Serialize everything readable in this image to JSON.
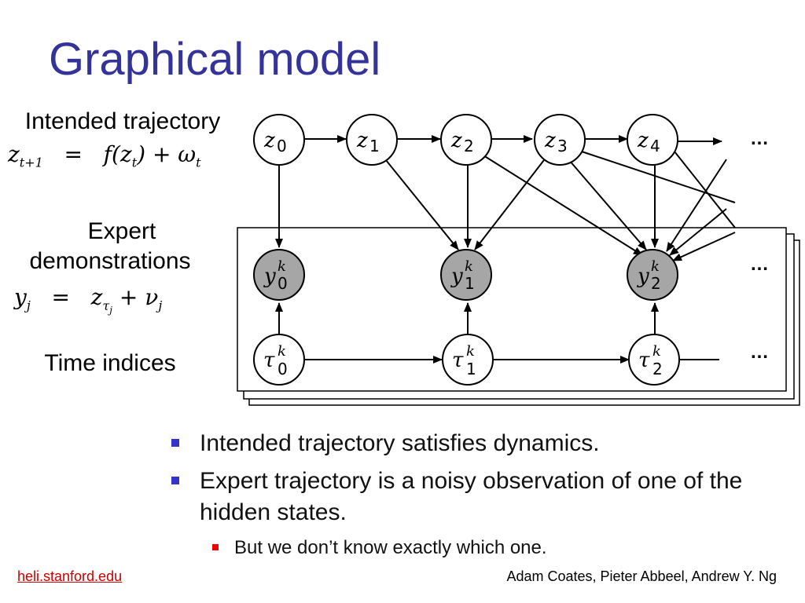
{
  "slide": {
    "title": "Graphical model",
    "labels": {
      "intended": "Intended trajectory",
      "expert_line1": "Expert",
      "expert_line2": "demonstrations",
      "time": "Time indices"
    },
    "equations": {
      "dynamics": "z_{t+1}  =  f(z_t) + ω_t",
      "observation": "y_j  =  z_{τ_j} + ν_j"
    },
    "nodes": {
      "z": [
        "z0",
        "z1",
        "z2",
        "z3",
        "z4"
      ],
      "y": [
        "y0k",
        "y1k",
        "y2k"
      ],
      "tau": [
        "τ0k",
        "τ1k",
        "τ2k"
      ]
    },
    "ellipsis": "…",
    "bullets": [
      {
        "text": "Intended trajectory satisfies dynamics."
      },
      {
        "text": "Expert trajectory is a noisy observation of one of the hidden states."
      }
    ],
    "subbullets": [
      {
        "text": "But we don’t know exactly which one."
      }
    ],
    "footer": {
      "left": "heli.stanford.edu",
      "right": "Adam Coates, Pieter Abbeel, Andrew Y. Ng"
    },
    "colors": {
      "title": "#333399",
      "bullet": "#3333cc",
      "subbullet": "#ee0000",
      "observed_node": "#a6a6a6",
      "link": "#cc0000"
    }
  }
}
